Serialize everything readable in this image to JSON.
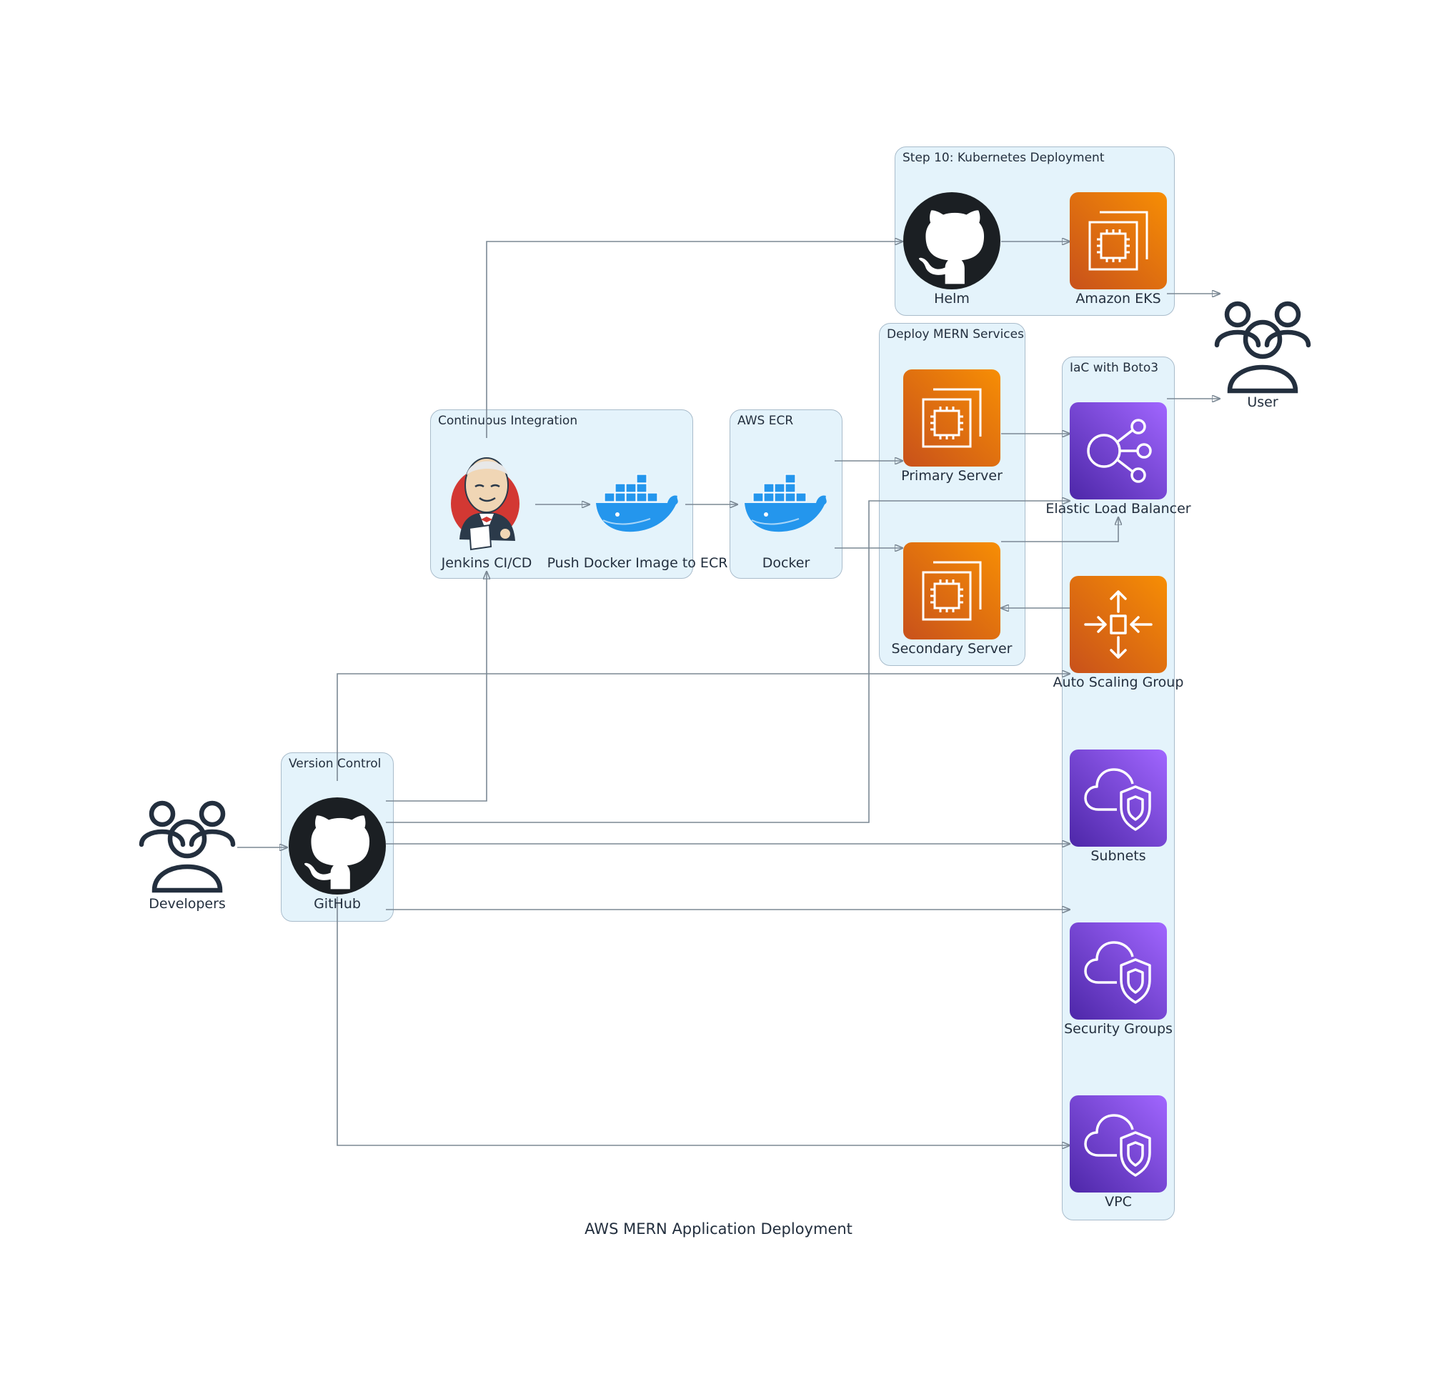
{
  "title": "AWS MERN Application Deployment",
  "clusters": {
    "kubernetes": "Step 10: Kubernetes Deployment",
    "deploy_mern": "Deploy MERN Services",
    "iac": "IaC with Boto3",
    "ci": "Continuous Integration",
    "ecr": "AWS ECR",
    "version_control": "Version Control"
  },
  "nodes": {
    "developers": "Developers",
    "github": "GitHub",
    "jenkins": "Jenkins CI/CD",
    "push_docker": "Push Docker Image to ECR",
    "docker": "Docker",
    "helm": "Helm",
    "eks": "Amazon EKS",
    "primary": "Primary Server",
    "secondary": "Secondary Server",
    "elb": "Elastic Load Balancer",
    "asg": "Auto Scaling Group",
    "subnets": "Subnets",
    "security_groups": "Security Groups",
    "vpc": "VPC",
    "user": "User"
  },
  "colors": {
    "cluster_fill": "#e4f3fb",
    "edge": "#7b8894",
    "compute_orange": "#e8740f",
    "network_purple": "#7a3fd1",
    "github_dark": "#1b1f23",
    "docker_blue": "#2496ed"
  },
  "icons": {
    "developers": "users-icon",
    "user": "users-icon",
    "github": "github-icon",
    "helm": "github-icon",
    "jenkins": "jenkins-icon",
    "docker": "docker-icon",
    "ec2": "ec2-chip-icon",
    "elb": "load-balancer-icon",
    "asg": "auto-scaling-icon",
    "vpc": "cloud-shield-icon"
  }
}
